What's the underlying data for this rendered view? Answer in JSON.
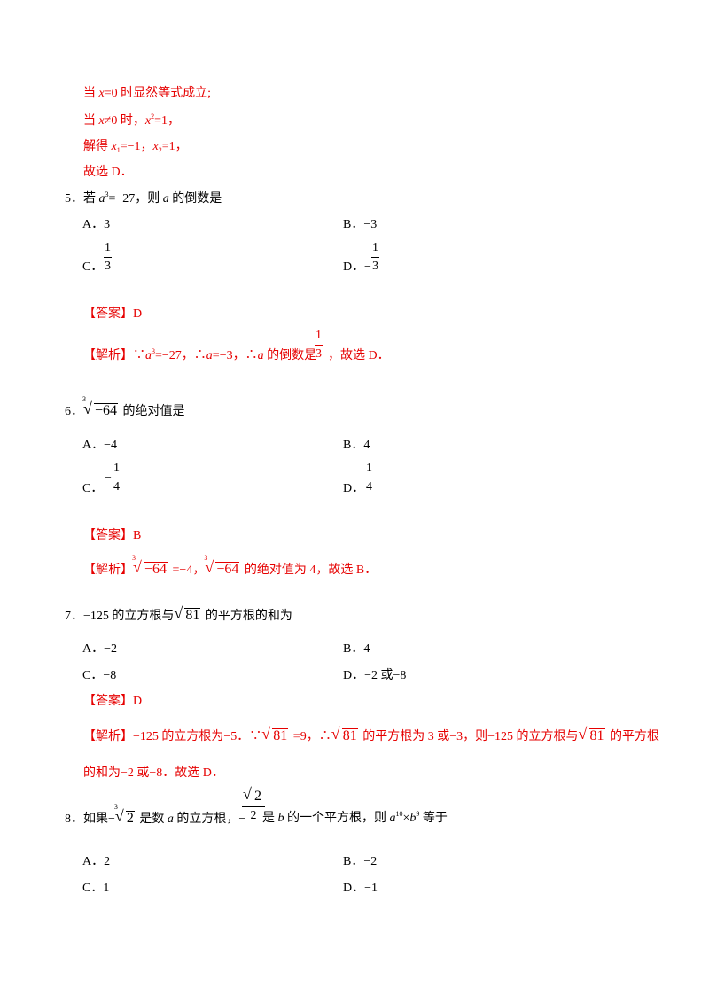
{
  "prev_solution": {
    "line1_a": "当 ",
    "line1_var": "x",
    "line1_b": "=0 时显然等式成立;",
    "line2_a": "当 ",
    "line2_var": "x",
    "line2_b": "≠0 时，",
    "line2_var2": "x",
    "line2_exp": "2",
    "line2_c": "=1，",
    "line3_a": "解得 ",
    "line3_var": "x",
    "line3_sub1": "1",
    "line3_b": "=−1，",
    "line3_var2": "x",
    "line3_sub2": "2",
    "line3_c": "=1，",
    "line4": "故选 D．"
  },
  "q5": {
    "num": "5．",
    "stem_a": "若 ",
    "var": "a",
    "exp": "3",
    "stem_b": "=−27，则 ",
    "var2": "a",
    "stem_c": " 的倒数是",
    "opt_a": "A．3",
    "opt_b": "B．−3",
    "opt_c_label": "C．",
    "opt_c_num": "1",
    "opt_c_den": "3",
    "opt_d_label": "D．",
    "opt_d_minus": "−",
    "opt_d_num": "1",
    "opt_d_den": "3",
    "answer": "【答案】D",
    "expl_label": "【解析】",
    "expl_a": "∵",
    "expl_var": "a",
    "expl_exp": "3",
    "expl_b": "=−27，∴",
    "expl_var2": "a",
    "expl_c": "=−3，∴",
    "expl_var3": "a",
    "expl_d": " 的倒数是",
    "expl_minus": "−",
    "expl_num": "1",
    "expl_den": "3",
    "expl_e": "，故选 D．"
  },
  "q6": {
    "num": "6．",
    "rad_idx": "3",
    "rad_val": "−64",
    "stem": " 的绝对值是",
    "opt_a": "A．−4",
    "opt_b": "B．4",
    "opt_c_label": "C．",
    "opt_c_minus": "−",
    "opt_c_num": "1",
    "opt_c_den": "4",
    "opt_d_label": "D．",
    "opt_d_num": "1",
    "opt_d_den": "4",
    "answer": "【答案】B",
    "expl_label": "【解析】",
    "expl_rad_idx": "3",
    "expl_rad_val": "−64",
    "expl_a": " =−4，",
    "expl_rad2_idx": "3",
    "expl_rad2_val": "−64",
    "expl_b": " 的绝对值为 4，故选 B．"
  },
  "q7": {
    "num": "7．",
    "stem_a": "−125 的立方根与",
    "rad_val": "81",
    "stem_b": " 的平方根的和为",
    "opt_a": "A．−2",
    "opt_b": "B．4",
    "opt_c": "C．−8",
    "opt_d": "D．−2 或−8",
    "answer": "【答案】D",
    "expl_label": "【解析】",
    "expl_a": "−125 的立方根为−5．∵",
    "expl_rad1": "81",
    "expl_b": " =9，∴",
    "expl_rad2": "81",
    "expl_c": " 的平方根为 3 或−3，则−125 的立方根与",
    "expl_rad3": "81",
    "expl_d": " 的平方根",
    "expl_line2": "的和为−2 或−8．故选 D．"
  },
  "q8": {
    "num": "8．",
    "stem_a": "如果−",
    "rad_idx": "3",
    "rad_val": "2",
    "stem_b": " 是数 ",
    "var_a": "a",
    "stem_c": " 的立方根，−",
    "frac_num_rad": "2",
    "frac_den": "2",
    "stem_d": " 是 ",
    "var_b": "b",
    "stem_e": " 的一个平方根，则 ",
    "var_a2": "a",
    "exp_a": "10",
    "times": "×",
    "var_b2": "b",
    "exp_b": "9",
    "stem_f": " 等于",
    "opt_a": "A．2",
    "opt_b": "B．−2",
    "opt_c": "C．1",
    "opt_d": "D．−1"
  }
}
